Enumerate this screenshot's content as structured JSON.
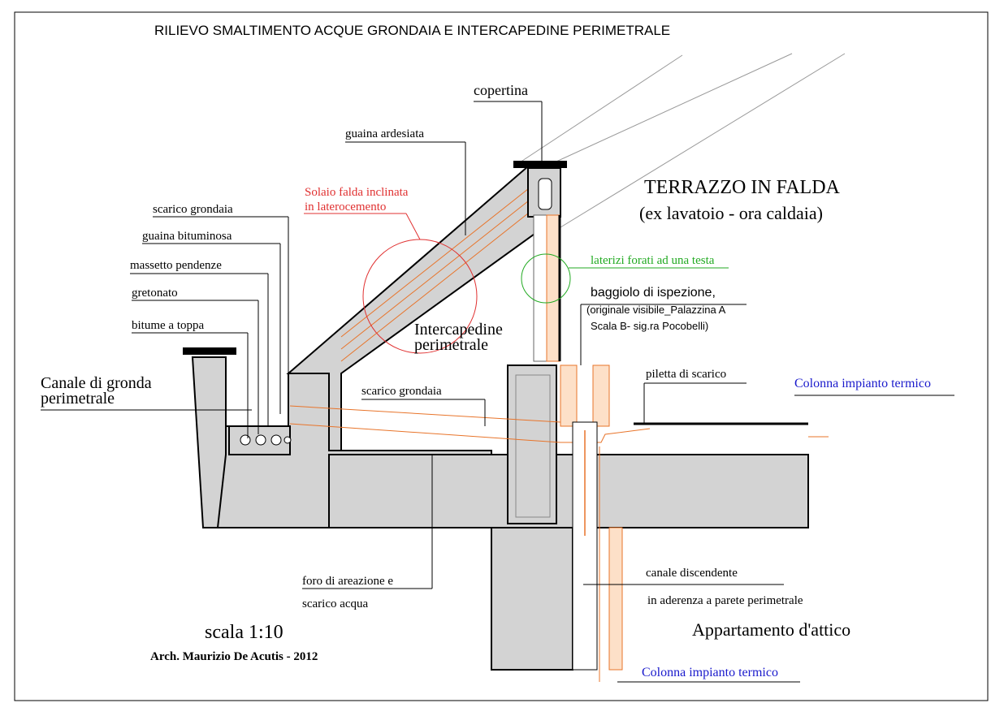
{
  "title": "RILIEVO  SMALTIMENTO ACQUE  GRONDAIA  E INTERCAPEDINE PERIMETRALE",
  "heading": {
    "line1": "TERRAZZO IN FALDA",
    "line2": "(ex lavatoio - ora caldaia)"
  },
  "labels": {
    "copertina": "copertina",
    "guaina_ardesiata": "guaina ardesiata",
    "solaio_line1": "Solaio falda inclinata",
    "solaio_line2": "in laterocemento",
    "scarico_grondaia_top": "scarico grondaia",
    "guaina_bituminosa": "guaina bituminosa",
    "massetto_pendenze": "massetto pendenze",
    "gretonato": "gretonato",
    "bitume_a_toppa": "bitume a toppa",
    "canale_line1": "Canale di gronda",
    "canale_line2": "perimetrale",
    "intercapedine_line1": "Intercapedine",
    "intercapedine_line2": "perimetrale",
    "scarico_grondaia_mid": "scarico grondaia",
    "laterizi": "laterizi forati ad una testa",
    "baggiolo_line1": "baggiolo di ispezione,",
    "baggiolo_line2": "(originale visibile_Palazzina A",
    "baggiolo_line3": "Scala B- sig.ra  Pocobelli)",
    "piletta": "piletta di scarico",
    "colonna_right": "Colonna impianto termico",
    "foro_line1": "foro di areazione e",
    "foro_line2": "scarico acqua",
    "canale_disc_line1": "canale discendente",
    "canale_disc_line2": "in aderenza a parete perimetrale",
    "appartamento": "Appartamento d'attico",
    "colonna_bottom": "Colonna impianto termico",
    "scala": "scala 1:10",
    "author": "Arch. Maurizio De Acutis - 2012"
  },
  "colors": {
    "line": "#000000",
    "concrete": "#d3d3d3",
    "brick": "#e8742a",
    "red_label": "#e03030",
    "green_label": "#22aa22",
    "blue_label": "#1a1acc"
  }
}
